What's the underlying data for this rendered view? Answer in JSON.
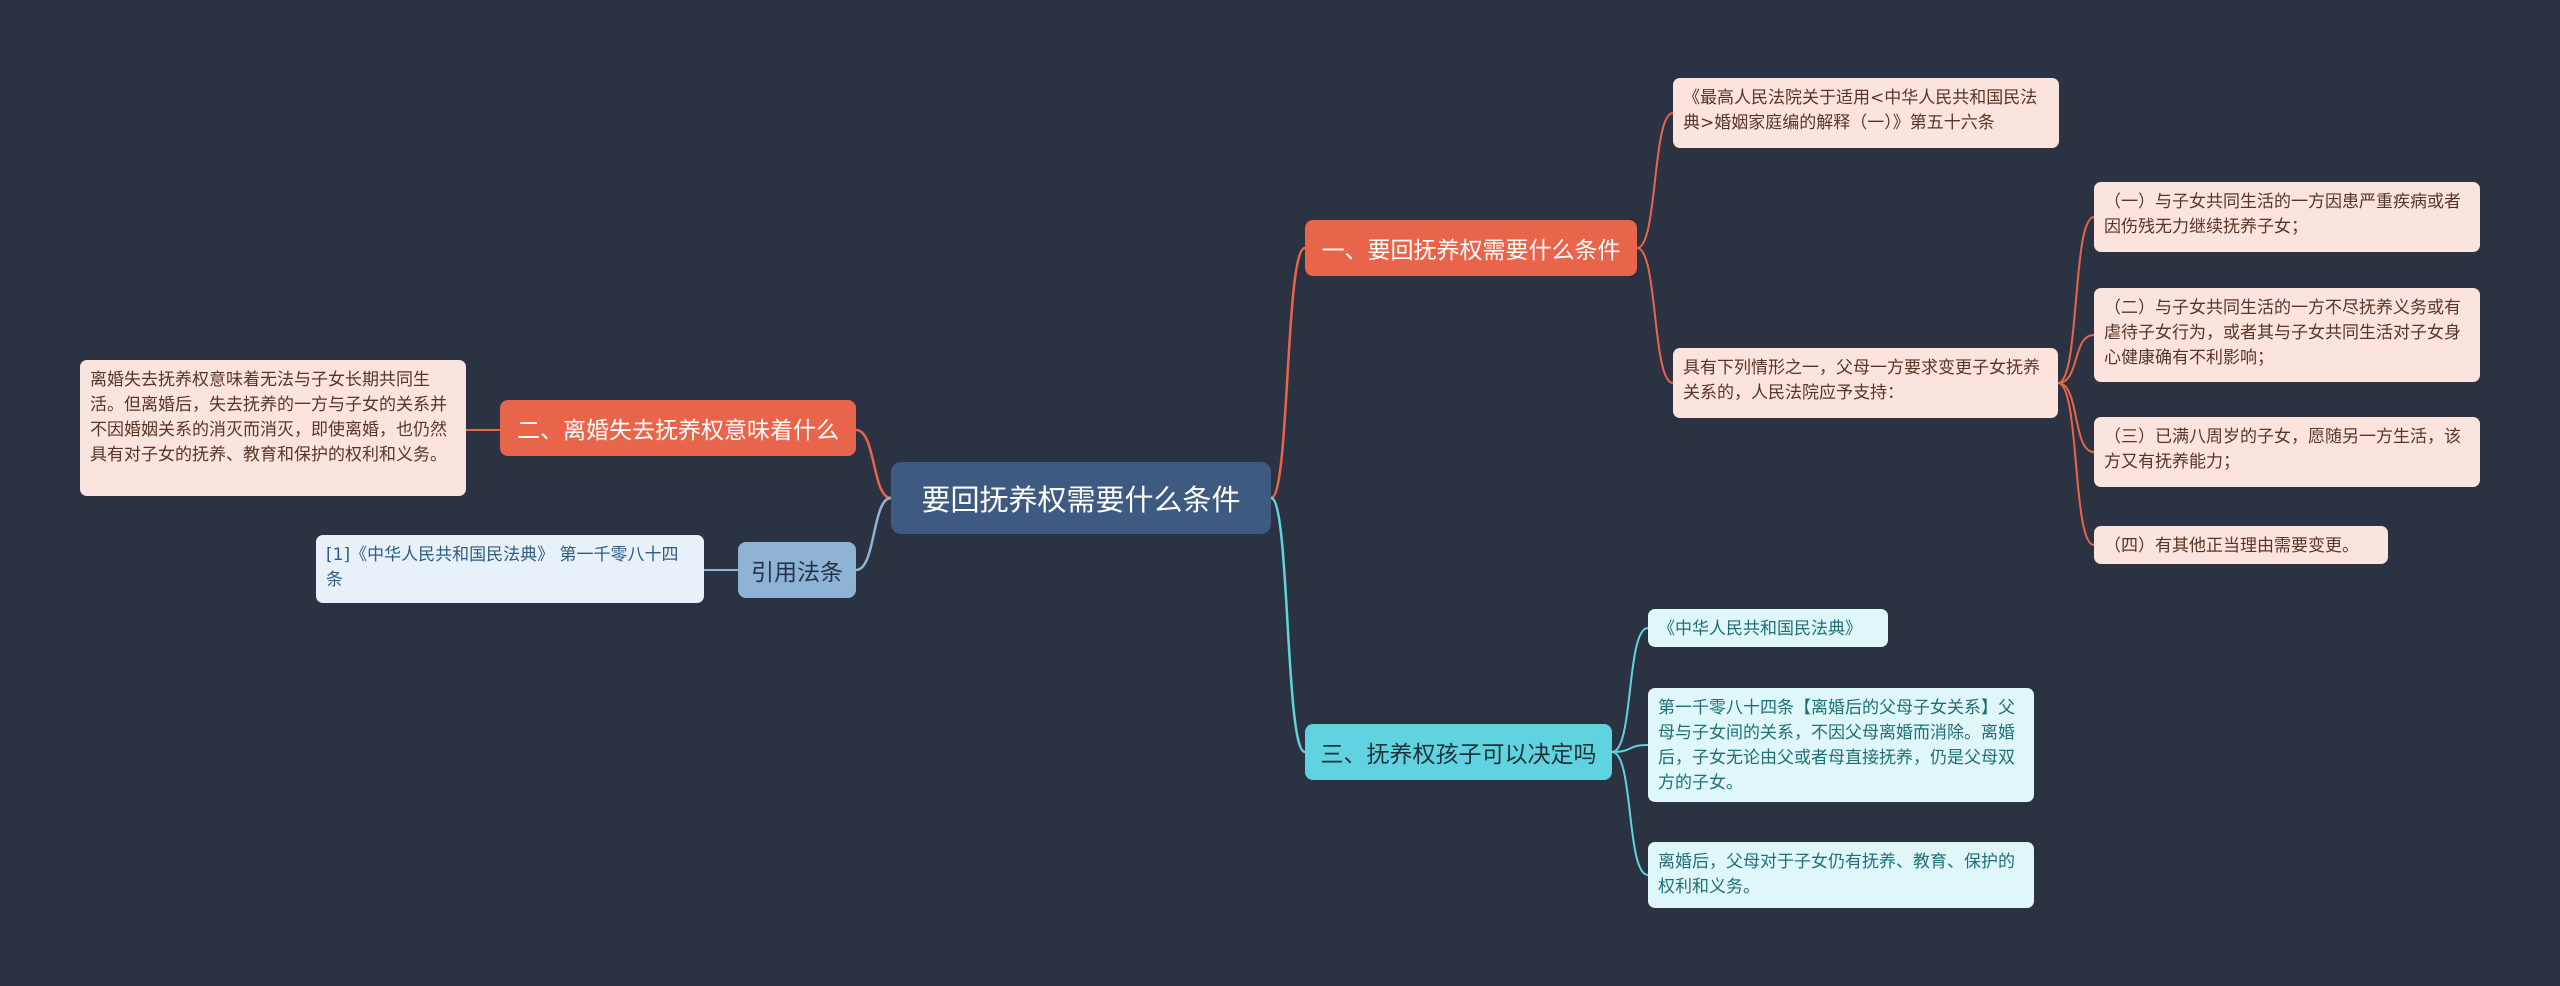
{
  "root": {
    "label": "要回抚养权需要什么条件"
  },
  "branches": {
    "b1": {
      "label": "一、要回抚养权需要什么条件",
      "leaf_source": "《最高人民法院关于适用<中华人民共和国民法典>婚姻家庭编的解释（一）》第五十六条",
      "leaf_condition": "具有下列情形之一，父母一方要求变更子女抚养关系的，人民法院应予支持：",
      "conditions": [
        "（一）与子女共同生活的一方因患严重疾病或者因伤残无力继续抚养子女；",
        "（二）与子女共同生活的一方不尽抚养义务或有虐待子女行为，或者其与子女共同生活对子女身心健康确有不利影响；",
        "（三）已满八周岁的子女，愿随另一方生活，该方又有抚养能力；",
        "（四）有其他正当理由需要变更。"
      ]
    },
    "b2": {
      "label": "二、离婚失去抚养权意味着什么",
      "leaf": "离婚失去抚养权意味着无法与子女长期共同生活。但离婚后，失去抚养的一方与子女的关系并不因婚姻关系的消灭而消灭，即使离婚，也仍然具有对子女的抚养、教育和保护的权利和义务。"
    },
    "b3": {
      "label": "三、抚养权孩子可以决定吗",
      "leaves": [
        "《中华人民共和国民法典》",
        "第一千零八十四条【离婚后的父母子女关系】父母与子女间的关系，不因父母离婚而消除。离婚后，子女无论由父或者母直接抚养，仍是父母双方的子女。",
        "离婚后，父母对于子女仍有抚养、教育、保护的权利和义务。"
      ]
    },
    "b4": {
      "label": "引用法条",
      "leaf": "[1]《中华人民共和国民法典》 第一千零八十四条"
    }
  },
  "colors": {
    "background": "#2b3241",
    "root": "#3f5a80",
    "red_branch": "#e8654b",
    "cyan_branch": "#5fd3e0",
    "blue_branch": "#8fb3d4"
  }
}
